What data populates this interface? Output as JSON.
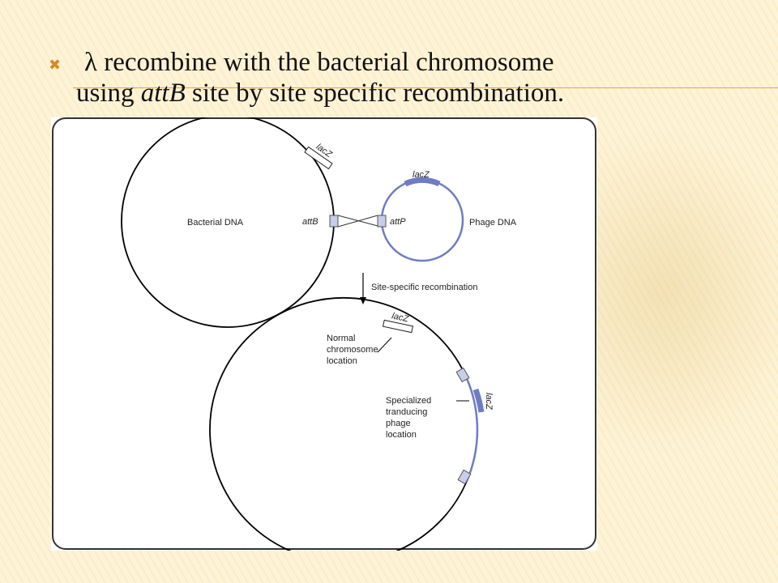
{
  "slide": {
    "bullet_icon": "x-mark-icon",
    "title_line1": "λ recombine with the bacterial chromosome",
    "title_line2_pre": "using ",
    "title_line2_em": "attB",
    "title_line2_post": " site by site specific recombination."
  },
  "diagram": {
    "bacterial_dna": "Bacterial DNA",
    "phage_dna": "Phage DNA",
    "att_b": "attB",
    "att_p": "attP",
    "lacz": "lacZ",
    "arrow_label": "Site-specific recombination",
    "normal_line1": "Normal",
    "normal_line2": "chromosome",
    "normal_line3": "location",
    "spec_line1": "Specialized",
    "spec_line2": "tranducing",
    "spec_line3": "phage",
    "spec_line4": "location",
    "colors": {
      "phage": "#6f7cc4",
      "site_fill": "#c8cde8",
      "chromosome": "#000000",
      "frame": "#333333"
    }
  }
}
